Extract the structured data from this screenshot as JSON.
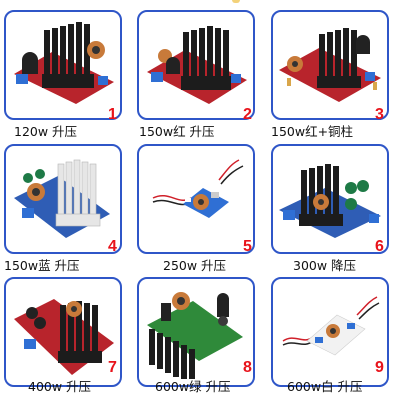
{
  "products": [
    {
      "number": "1",
      "caption": "120w  升压"
    },
    {
      "number": "2",
      "caption": "150w红  升压"
    },
    {
      "number": "3",
      "caption": "150w红+铜柱"
    },
    {
      "number": "4",
      "caption": "150w蓝  升压"
    },
    {
      "number": "5",
      "caption": "250w  升压"
    },
    {
      "number": "6",
      "caption": "300w  降压"
    },
    {
      "number": "7",
      "caption": "400w  升压"
    },
    {
      "number": "8",
      "caption": "600w绿  升压"
    },
    {
      "number": "9",
      "caption": "600w白  升压"
    }
  ],
  "colors": {
    "frame": "#2f56c8",
    "number": "#e8131b",
    "heatsink": "#1c1c1c",
    "pcb_red": "#b8242c",
    "pcb_blue": "#2f5db5",
    "pcb_green": "#2f8a3a"
  }
}
